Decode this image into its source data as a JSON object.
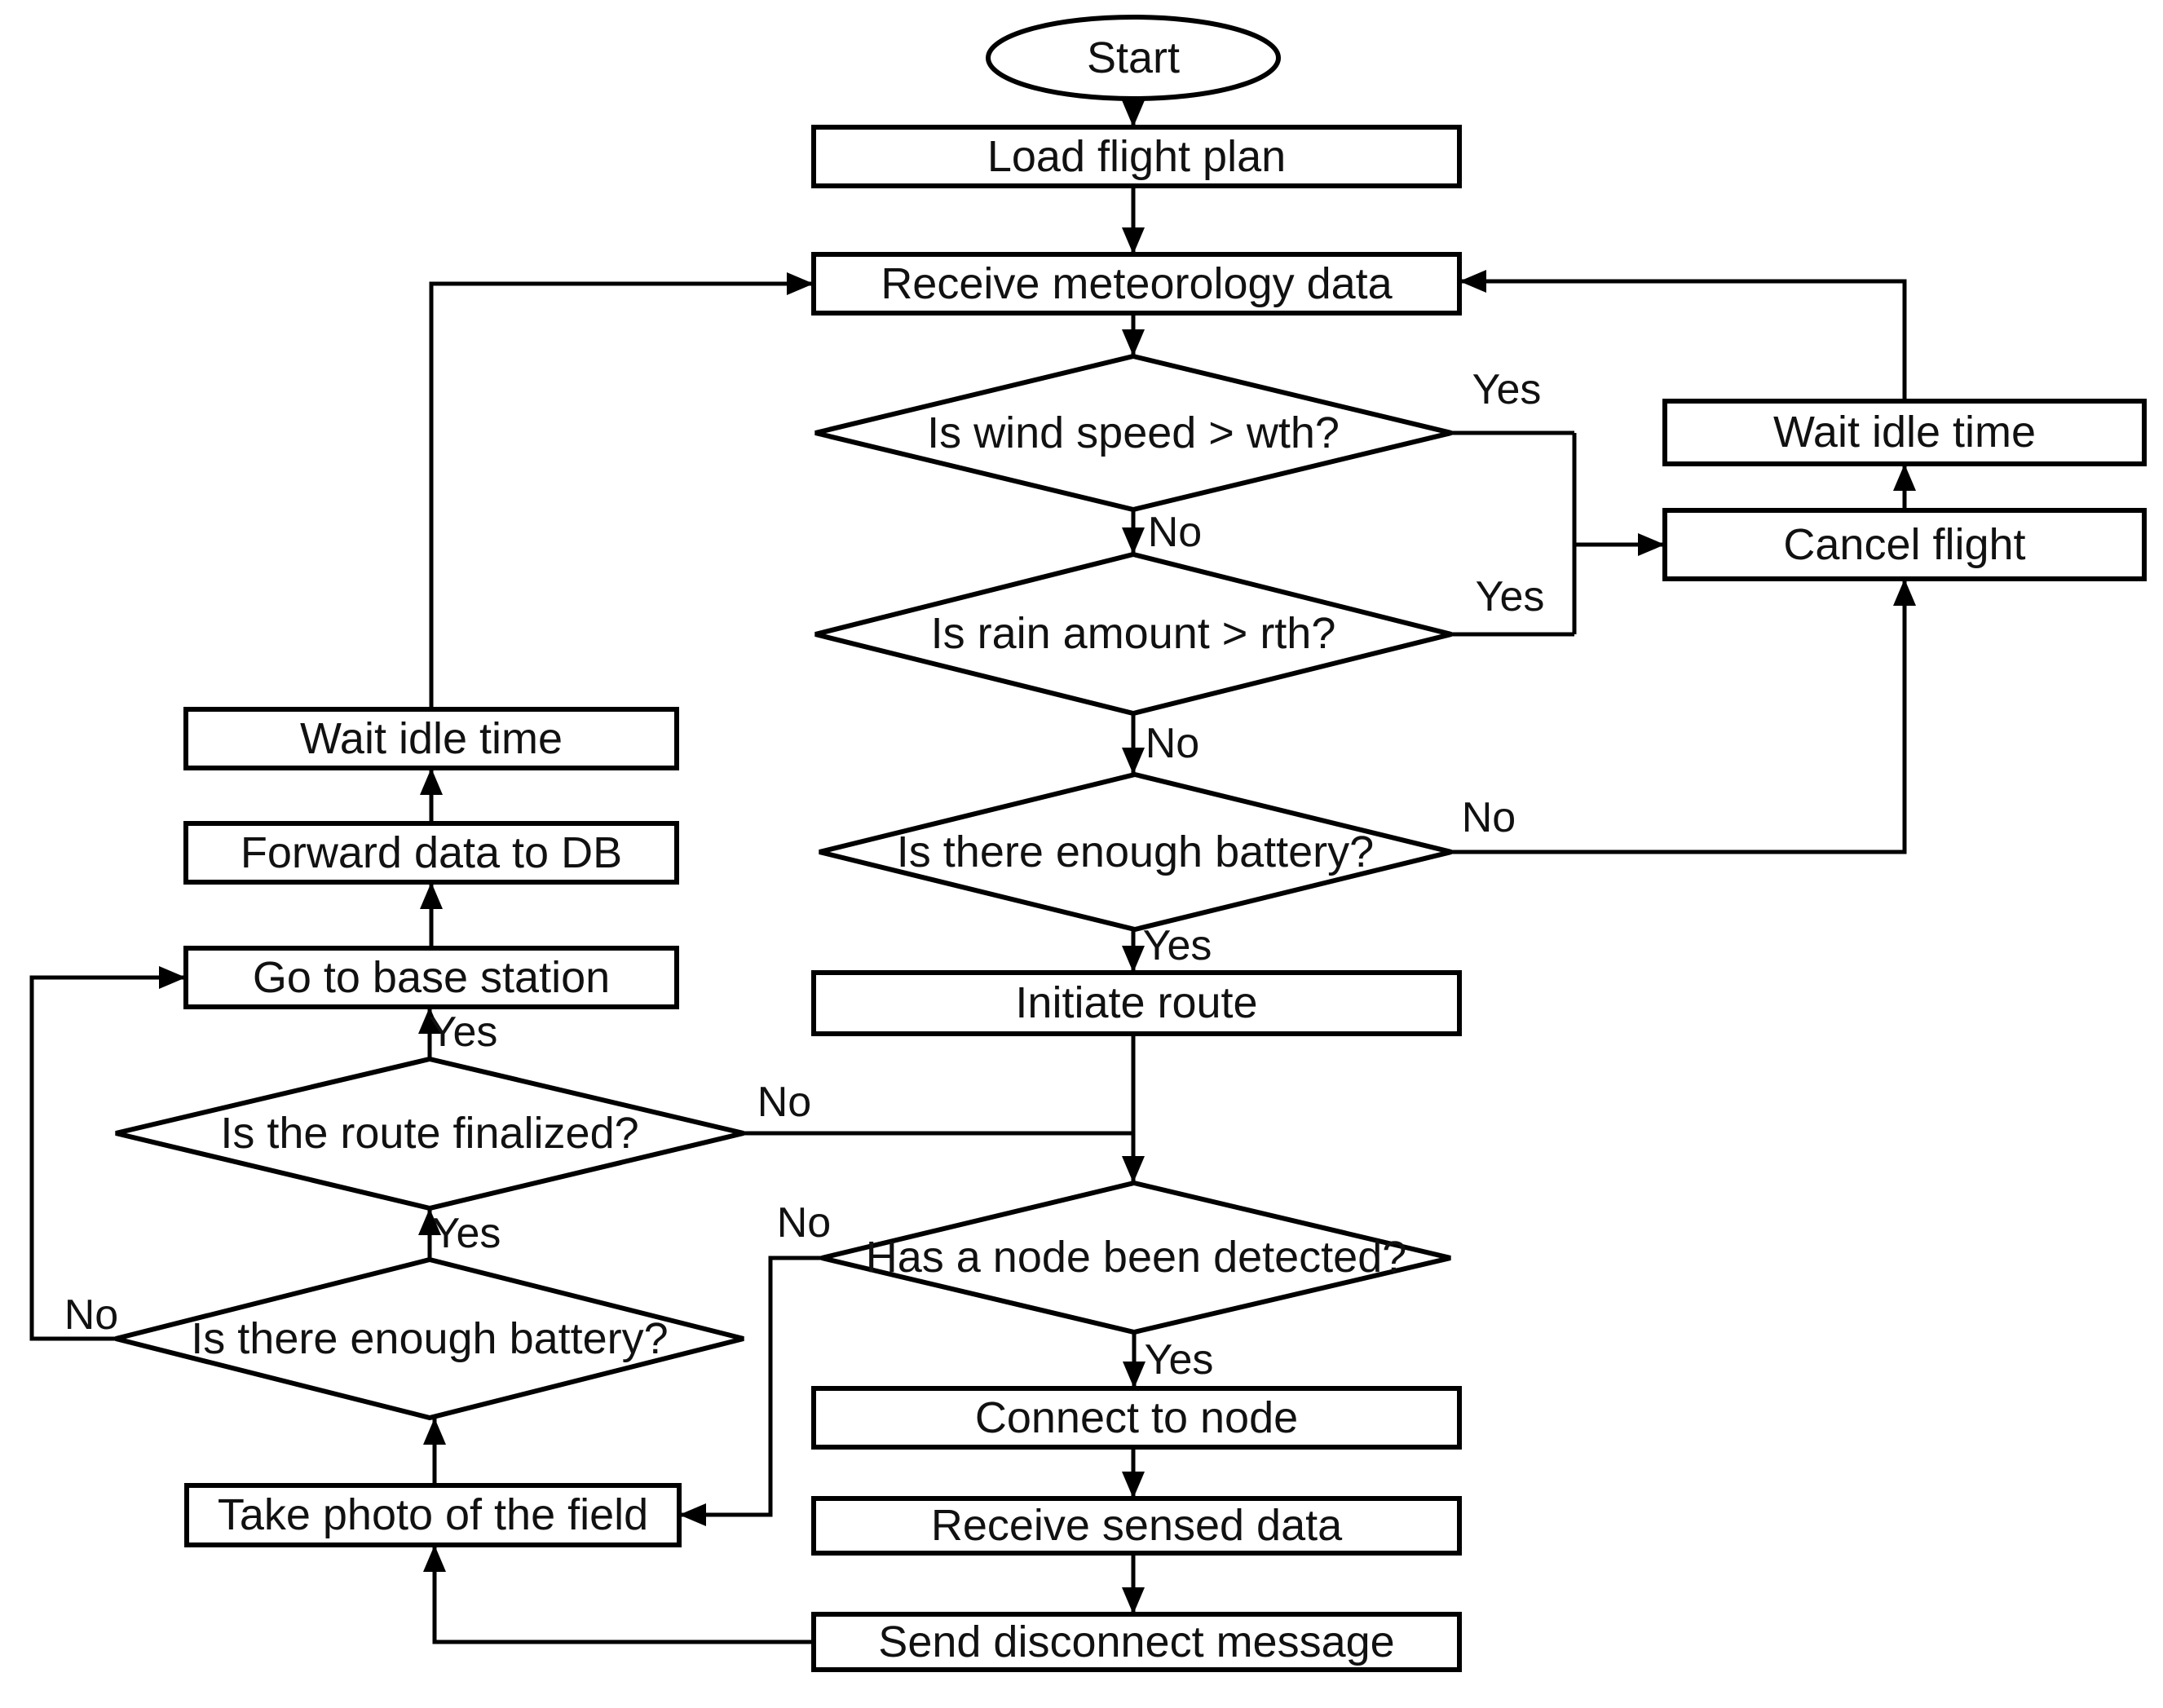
{
  "diagram": {
    "title": "UAV flight mission flowchart",
    "background_color": "#ffffff",
    "stroke_color": "#000000",
    "nodes": {
      "start": {
        "label": "Start",
        "type": "terminator"
      },
      "load_flight_plan": {
        "label": "Load flight plan",
        "type": "process"
      },
      "receive_meteorology": {
        "label": "Receive meteorology data",
        "type": "process"
      },
      "wind_decision": {
        "label": "Is wind speed > wth?",
        "type": "decision"
      },
      "rain_decision": {
        "label": "Is rain amount > rth?",
        "type": "decision"
      },
      "battery_decision_main": {
        "label": "Is there enough battery?",
        "type": "decision"
      },
      "initiate_route": {
        "label": "Initiate route",
        "type": "process"
      },
      "node_detected_decision": {
        "label": "Has a node been detected?",
        "type": "decision"
      },
      "connect_to_node": {
        "label": "Connect to node",
        "type": "process"
      },
      "receive_sensed_data": {
        "label": "Receive sensed data",
        "type": "process"
      },
      "send_disconnect_message": {
        "label": "Send disconnect message",
        "type": "process"
      },
      "wait_idle_right": {
        "label": "Wait idle time",
        "type": "process"
      },
      "cancel_flight": {
        "label": "Cancel flight",
        "type": "process"
      },
      "wait_idle_left": {
        "label": "Wait idle time",
        "type": "process"
      },
      "forward_data_db": {
        "label": "Forward data to DB",
        "type": "process"
      },
      "go_to_base_station": {
        "label": "Go to base station",
        "type": "process"
      },
      "route_finalized_decision": {
        "label": "Is the route finalized?",
        "type": "decision"
      },
      "battery_decision_left": {
        "label": "Is there enough battery?",
        "type": "decision"
      },
      "take_photo": {
        "label": "Take photo of the field",
        "type": "process"
      }
    },
    "edge_labels": {
      "wind_yes": "Yes",
      "wind_no": "No",
      "rain_yes": "Yes",
      "rain_no": "No",
      "battery_main_yes": "Yes",
      "battery_main_no": "No",
      "node_detected_yes": "Yes",
      "node_detected_no": "No",
      "route_finalized_yes": "Yes",
      "route_finalized_no": "No",
      "battery_left_yes": "Yes",
      "battery_left_no": "No"
    }
  }
}
